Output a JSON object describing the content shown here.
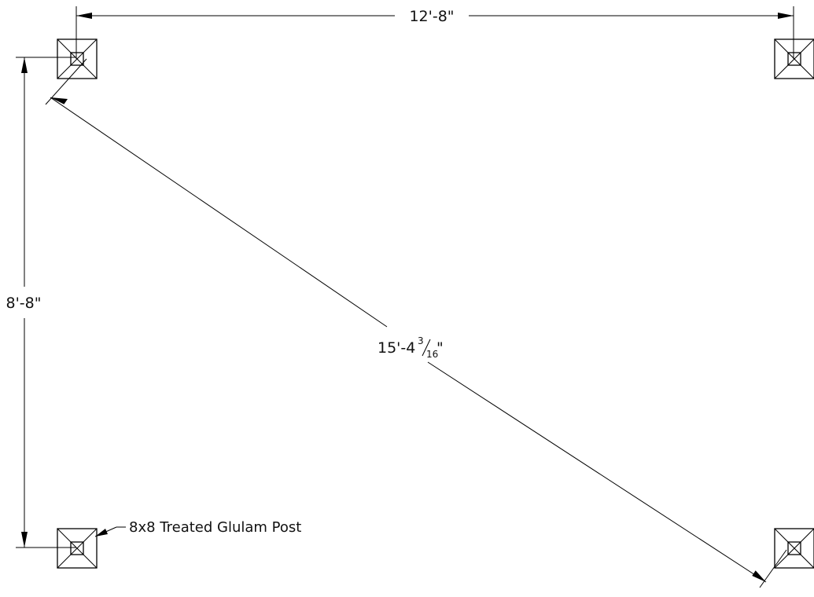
{
  "drawing": {
    "dimensions": {
      "width": "12'-8\"",
      "height": "8'-8\"",
      "diagonal": {
        "whole": "15'-4",
        "numerator": "3",
        "denominator": "16",
        "inch_mark": "\""
      }
    },
    "callout": {
      "text": "8x8 Treated Glulam Post"
    }
  }
}
